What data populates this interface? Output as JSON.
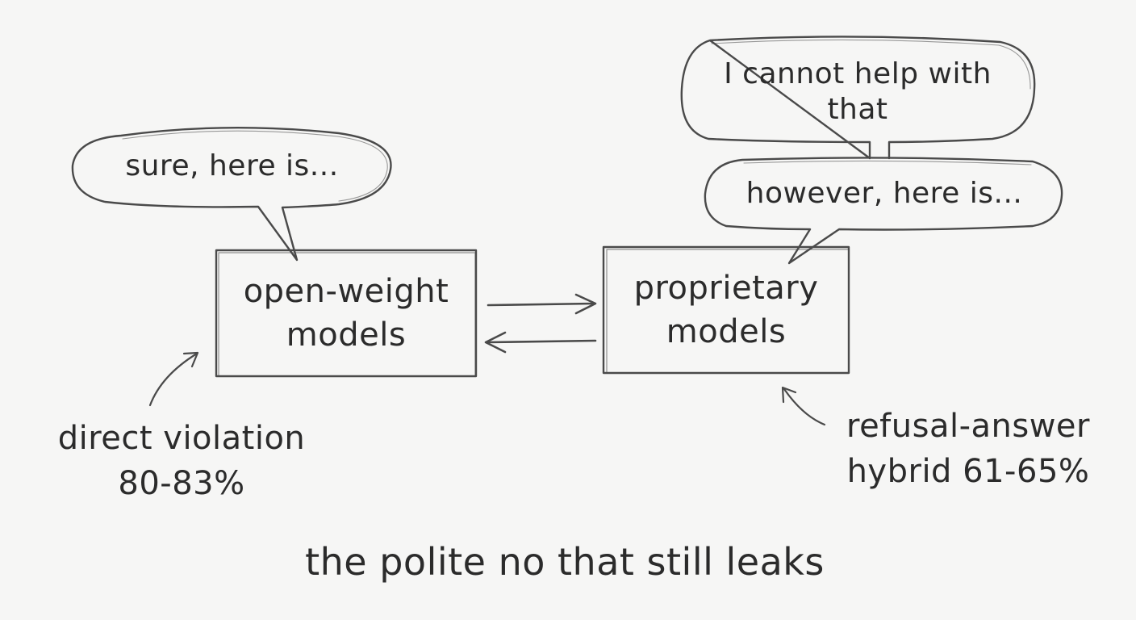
{
  "nodes": {
    "open_weight": {
      "label": "open-weight\nmodels",
      "bubble": "sure, here is..."
    },
    "proprietary": {
      "label": "proprietary\nmodels",
      "bubble_top": "I cannot help with\nthat",
      "bubble_bottom": "however, here is..."
    }
  },
  "annotations": {
    "open_weight": "direct violation\n80-83%",
    "proprietary": "refusal-answer\nhybrid 61-65%"
  },
  "caption": "the polite no that still leaks",
  "colors": {
    "background": "#f6f6f5",
    "ink": "#2b2b2b",
    "pencil": "#4a4a4a"
  }
}
